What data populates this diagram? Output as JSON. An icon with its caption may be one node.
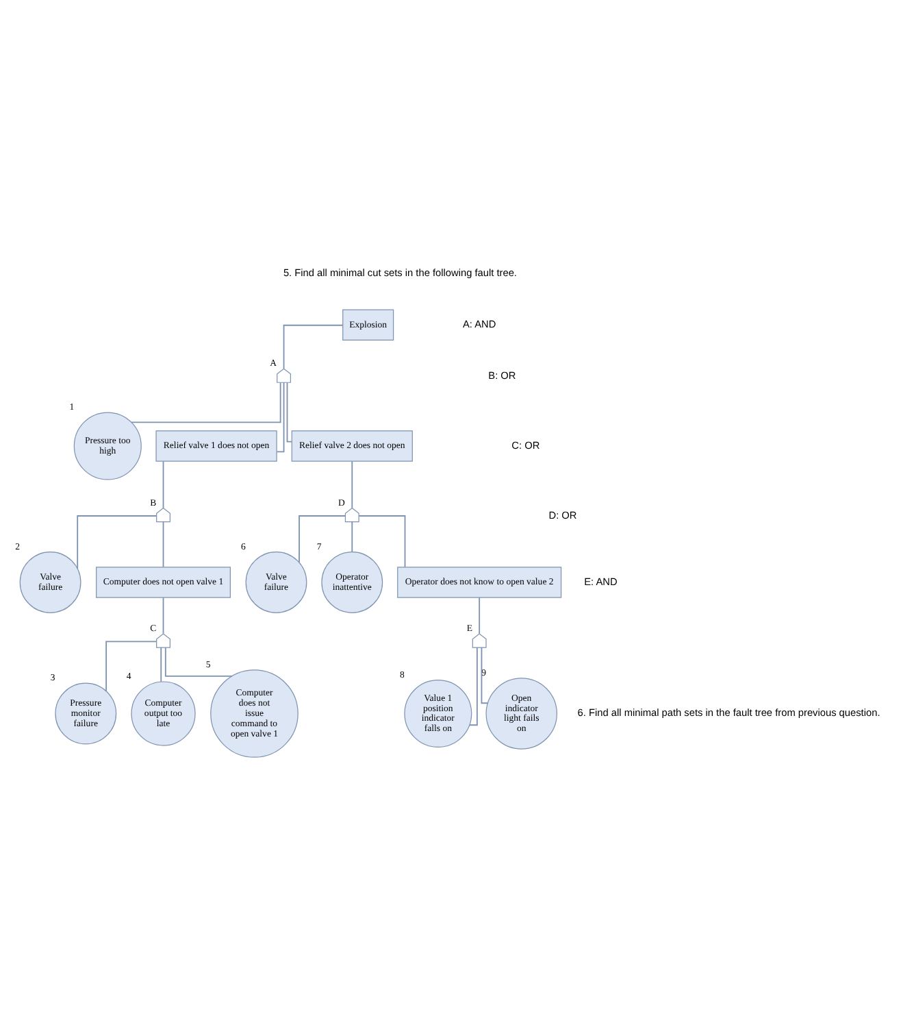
{
  "diagram": {
    "nodes": [
      {
        "text": [
          "Explosion"
        ]
      },
      {
        "text": [],
        "shape": "gate",
        "beside": [
          "A"
        ]
      },
      {
        "text": [
          "Pressure too high"
        ],
        "beside": [
          "1"
        ]
      },
      {
        "text": [
          "Relief valve 1 does not open"
        ]
      },
      {
        "text": [
          "Relief valve 2 does not open"
        ]
      },
      {
        "text": [],
        "shape": "gate",
        "beside": [
          "B"
        ]
      },
      {
        "text": [],
        "shape": "gate",
        "beside": [
          "D"
        ]
      },
      {
        "text": [
          "Valve failure"
        ],
        "beside": [
          "6"
        ]
      },
      {
        "text": [
          "Operator inattentive"
        ],
        "beside": [
          "7"
        ]
      },
      {
        "text": [
          "Valve failure"
        ],
        "beside": [
          "2"
        ]
      },
      {
        "text": [
          "Computer does not open valve 1"
        ]
      },
      {
        "text": [
          "Operator does not know to open value 2"
        ]
      },
      {
        "text": [],
        "shape": "gate",
        "beside": [
          "C"
        ]
      },
      {
        "text": [],
        "shape": "gate",
        "beside": [
          "E"
        ]
      },
      {
        "text": [
          "Pressure monitor failure"
        ],
        "beside": [
          "3"
        ]
      },
      {
        "text": [
          "Computer output too late"
        ],
        "beside": [
          "4"
        ]
      },
      {
        "text": [
          "Computer does not issue command to open valve 1"
        ],
        "beside": [
          "5"
        ]
      },
      {
        "text": [
          "Value 1 position indicator falls on"
        ],
        "beside": [
          "8"
        ]
      },
      {
        "text": [
          "Open indicator light fails on"
        ],
        "beside": [
          "9"
        ]
      }
    ],
    "edges": [
      {
        "from": 0,
        "to": 1,
        "arrow": "none"
      },
      {
        "from": 1,
        "to": 2,
        "arrow": "none"
      },
      {
        "from": 1,
        "to": 3,
        "arrow": "none"
      },
      {
        "from": 1,
        "to": 4,
        "arrow": "none"
      },
      {
        "from": 3,
        "to": 5,
        "arrow": "none"
      },
      {
        "from": 4,
        "to": 6,
        "arrow": "none"
      },
      {
        "from": 6,
        "to": 7,
        "arrow": "none"
      },
      {
        "from": 6,
        "to": 8,
        "arrow": "none"
      },
      {
        "from": 5,
        "to": 9,
        "arrow": "none"
      },
      {
        "from": 5,
        "to": 10,
        "arrow": "none"
      },
      {
        "from": 6,
        "to": 11,
        "arrow": "none"
      },
      {
        "from": 10,
        "to": 12,
        "arrow": "none"
      },
      {
        "from": 11,
        "to": 13,
        "arrow": "none"
      },
      {
        "from": 12,
        "to": 14,
        "arrow": "none"
      },
      {
        "from": 12,
        "to": 15,
        "arrow": "none"
      },
      {
        "from": 12,
        "to": 16,
        "arrow": "none"
      },
      {
        "from": 13,
        "to": 17,
        "arrow": "none"
      },
      {
        "from": 13,
        "to": 18,
        "arrow": "none"
      }
    ],
    "labels": [
      "5. Find all minimal cut sets in the following fault tree.",
      "A: AND",
      "B: OR",
      "C: OR",
      "D: OR",
      "E: AND",
      "6. Find all minimal path sets in the fault tree from previous question."
    ]
  }
}
